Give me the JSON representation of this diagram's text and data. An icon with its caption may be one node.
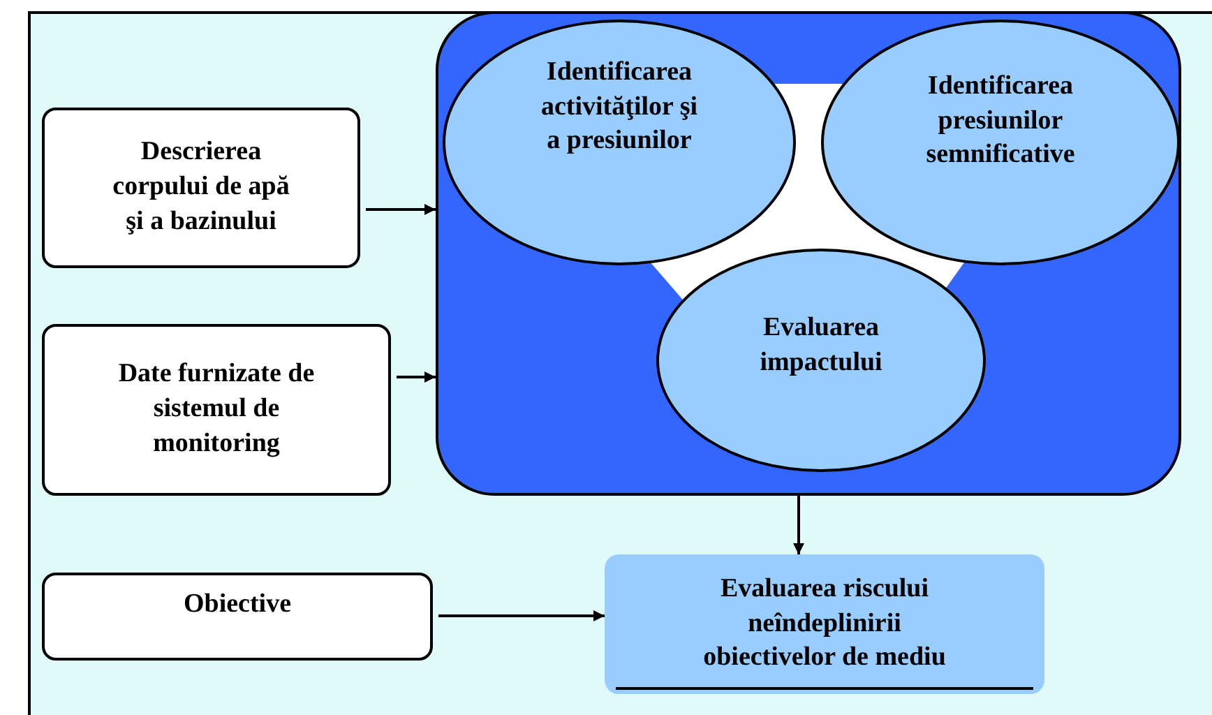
{
  "diagram": {
    "nodes": [
      {
        "text": [],
        "shape": "box"
      },
      {
        "text": [
          "Identificarea activităţilor şi a presiunilor"
        ],
        "in": 0
      },
      {
        "text": [
          "Identificarea presiunilor semnificative"
        ],
        "in": 0
      },
      {
        "text": [
          "Evaluarea impactului"
        ],
        "in": 0
      },
      {
        "text": [
          "Descrierea corpului de apă şi a bazinului"
        ]
      },
      {
        "text": [
          "Date furnizate de sistemul de monitoring"
        ]
      },
      {
        "text": [
          "Obiective"
        ]
      },
      {
        "text": [
          "Evaluarea riscului neîndeplinirii obiectivelor de mediu"
        ]
      }
    ],
    "edges": [
      {
        "from": 4,
        "to": 0,
        "arrow": "to"
      },
      {
        "from": 5,
        "to": 0,
        "arrow": "to"
      },
      {
        "from": 0,
        "to": 7,
        "arrow": "to"
      },
      {
        "from": 6,
        "to": 7,
        "arrow": "to"
      }
    ]
  }
}
